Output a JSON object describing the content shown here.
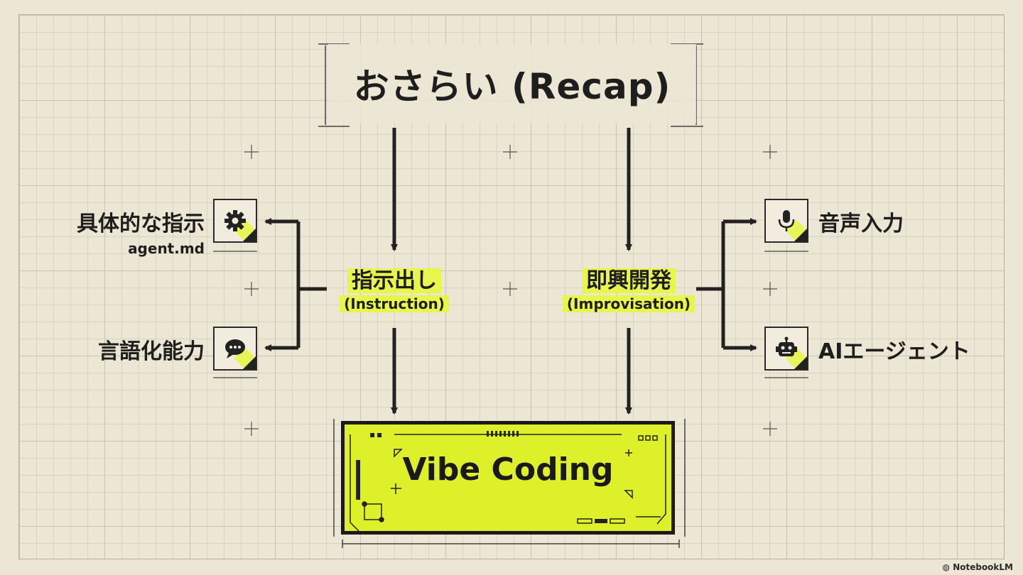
{
  "title": "おさらい (Recap)",
  "nodes": {
    "instruction": {
      "label": "指示出し",
      "sub": "(Instruction)"
    },
    "improvisation": {
      "label": "即興開発",
      "sub": "(Improvisation)"
    }
  },
  "left_items": [
    {
      "label": "具体的な指示",
      "sub": "agent.md",
      "icon": "gear-icon"
    },
    {
      "label": "言語化能力",
      "sub": "",
      "icon": "speech-bubble-icon"
    }
  ],
  "right_items": [
    {
      "label": "音声入力",
      "icon": "microphone-icon"
    },
    {
      "label": "AIエージェント",
      "icon": "robot-icon"
    }
  ],
  "result": {
    "label": "Vibe Coding"
  },
  "footer": {
    "brand": "NotebookLM"
  },
  "colors": {
    "accent": "#e8f54a",
    "ink": "#1e1e1e",
    "paper": "#ece6d4"
  }
}
